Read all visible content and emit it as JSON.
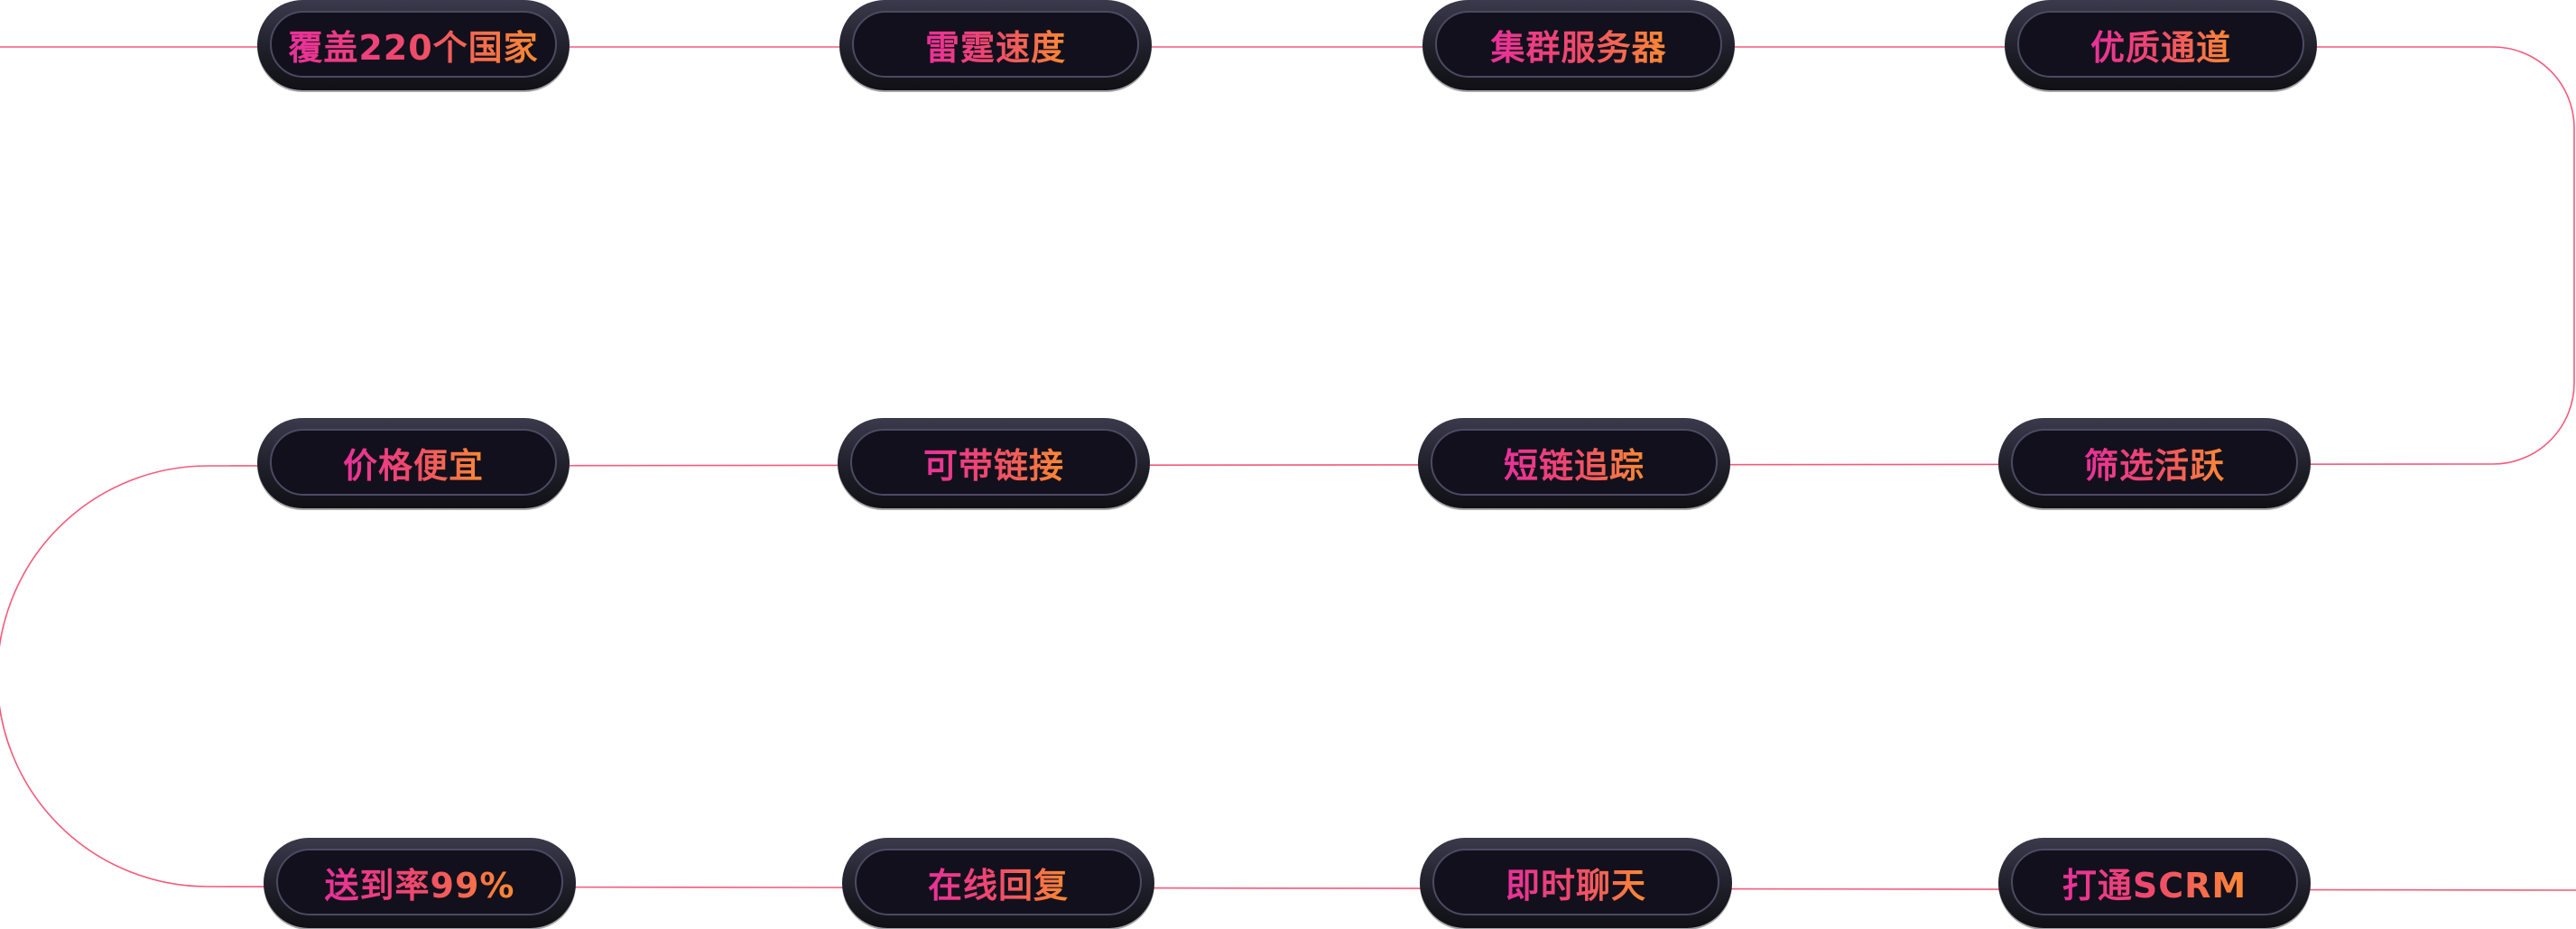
{
  "accent_line_color": "#f45a7c",
  "pill_text_gradient": [
    "#e8309a",
    "#f04a6a",
    "#fb8a33"
  ],
  "features": [
    {
      "label": "覆盖220个国家"
    },
    {
      "label": "雷霆速度"
    },
    {
      "label": "集群服务器"
    },
    {
      "label": "优质通道"
    },
    {
      "label": "价格便宜"
    },
    {
      "label": "可带链接"
    },
    {
      "label": "短链追踪"
    },
    {
      "label": "筛选活跃"
    },
    {
      "label": "送到率99%"
    },
    {
      "label": "在线回复"
    },
    {
      "label": "即时聊天"
    },
    {
      "label": "打通SCRM"
    }
  ]
}
